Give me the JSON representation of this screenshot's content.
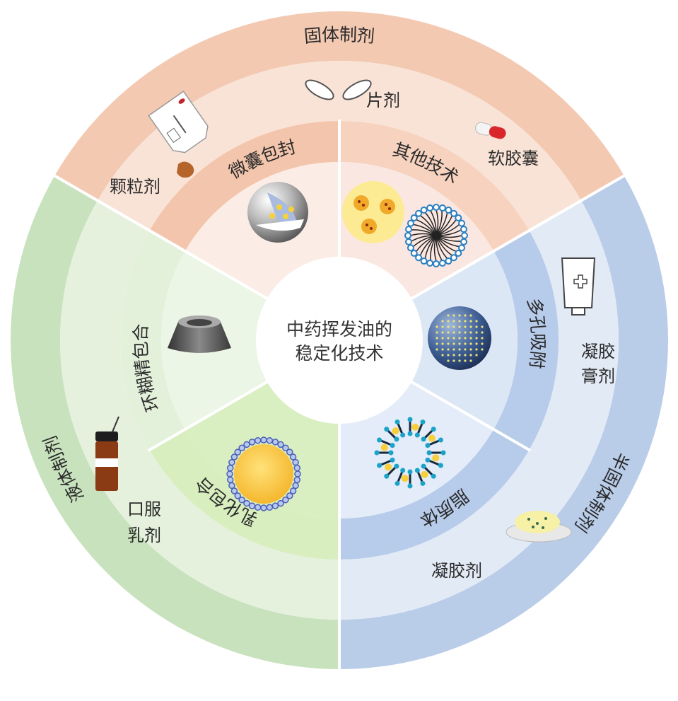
{
  "center": {
    "line1": "中药挥发油的",
    "line2": "稳定化技术"
  },
  "outer_ring": {
    "solid": "固体制剂",
    "semisolid": "半固体制剂",
    "liquid": "液体制剂"
  },
  "dosage_forms": {
    "tablet": "片剂",
    "soft_capsule": "软胶囊",
    "granule": "颗粒剂",
    "gel_plaster_line1": "凝胶",
    "gel_plaster_line2": "膏剂",
    "gel": "凝胶剂",
    "oral_emulsion_line1": "口服",
    "oral_emulsion_line2": "乳剂"
  },
  "techniques": {
    "microencapsulation": "微囊包封",
    "other": "其他技术",
    "porous_adsorption": "多孔吸附",
    "liposome": "脂质体",
    "emulsification": "乳化包合",
    "cyclodextrin": "环糊精包合"
  },
  "colors": {
    "solid_outer": "#f3c9b2",
    "solid_mid": "#f9e3d7",
    "solid_inner_ring": "#f3c5ad",
    "solid_inner_ring2": "#f6d2bf",
    "solid_core": "#fcece6",
    "solid_core2": "#fbe7e1",
    "semi_outer": "#b9cce8",
    "semi_mid": "#e2eaf6",
    "semi_inner_ring": "#b7cbea",
    "semi_core": "#dce7f5",
    "semi_core2": "#e3ecf8",
    "liquid_outer": "#c8e2bd",
    "liquid_mid": "#e5f1dd",
    "liquid_inner_ring": "#d8eebf",
    "liquid_inner_ring2": "#e3f1db",
    "liquid_core": "#d9efc2",
    "liquid_core2": "#ecf6e6"
  }
}
